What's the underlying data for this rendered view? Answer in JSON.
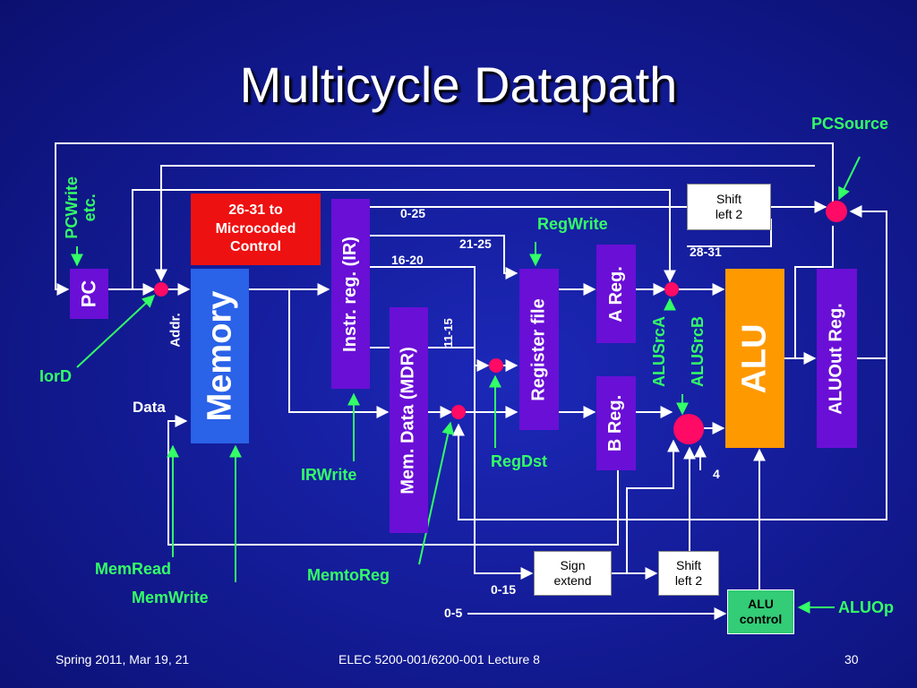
{
  "title": "Multicycle Datapath",
  "blocks": {
    "pc": "PC",
    "memory": "Memory",
    "control": "26-31 to\nMicrocoded\nControl",
    "ir": "Instr.  reg. (IR)",
    "mdr": "Mem. Data (MDR)",
    "regfile": "Register file",
    "areg": "A Reg.",
    "breg": "B Reg.",
    "alu": "ALU",
    "aluout": "ALUOut Reg.",
    "shift_top": "Shift\nleft 2",
    "sign_extend": "Sign\nextend",
    "shift_bottom": "Shift\nleft 2",
    "alu_control": "ALU\ncontrol"
  },
  "signals": {
    "pcwrite": "PCWrite\netc.",
    "pcsource": "PCSource",
    "iord": "IorD",
    "memread": "MemRead",
    "memwrite": "MemWrite",
    "irwrite": "IRWrite",
    "memtoreg": "MemtoReg",
    "regwrite": "RegWrite",
    "regdst": "RegDst",
    "alusrca": "ALUSrcA",
    "alusrcb": "ALUSrcB",
    "aluop": "ALUOp"
  },
  "field_labels": {
    "addr": "Addr.",
    "data": "Data",
    "f0_25": "0-25",
    "f21_25": "21-25",
    "f16_20": "16-20",
    "f11_15": "11-15",
    "f28_31": "28-31",
    "f0_15": "0-15",
    "f0_5": "0-5",
    "const4": "4"
  },
  "footer": {
    "left": "Spring 2011, Mar 19, 21",
    "center": "ELEC 5200-001/6200-001 Lecture 8",
    "page": "30"
  },
  "colors": {
    "background": "#141c98",
    "block": "#6a0fd6",
    "memory": "#2a62e8",
    "control": "#ee1111",
    "alu": "#ff9900",
    "alu_control": "#33cc77",
    "mux": "#ff0a64",
    "signal_text": "#33ff66"
  }
}
